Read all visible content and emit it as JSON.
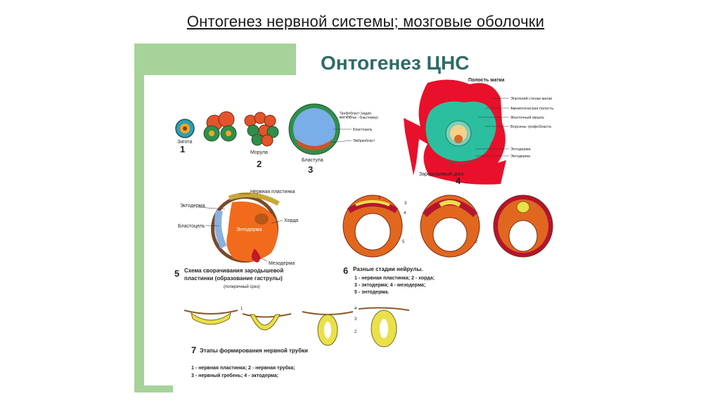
{
  "slide": {
    "title": "Онтогенез нервной системы; мозговые оболочки"
  },
  "figure": {
    "heading": "Онтогенез ЦНС",
    "stage1": {
      "num": "1",
      "label": "Зигота"
    },
    "stage2": {
      "num": "2",
      "label": "Морула"
    },
    "stage3": {
      "num": "3",
      "label": "Бластула",
      "callouts": [
        "Трофобласт (зада́я",
        "его клетка - бластомер)",
        "Бластоцель",
        "Эмбриобласт"
      ]
    },
    "stage4": {
      "num": "4",
      "top_label": "Полость матки",
      "callouts": [
        "Эпителий стенки матки",
        "Амниотическая полость",
        "Желточный мешок",
        "Ворсины трофобласта",
        "Энтодерма",
        "Эктодерма"
      ],
      "bottom_label": "Зародышевый диск"
    },
    "stage5": {
      "num": "5",
      "callouts": [
        "Нервная пластинка",
        "Эктодерма",
        "Хорда",
        "Бластоцель",
        "Энтодерма",
        "Мезодерма"
      ],
      "caption_line1": "Схема сворачивания зародышевой",
      "caption_line2": "пластинки (образование гаструлы)",
      "caption_line3": "(поперечный срез)"
    },
    "stage6": {
      "num": "6",
      "caption_title": "Разные стадии нейрулы.",
      "caption_line1": "1 - нервная пластинка; 2 - хорда;",
      "caption_line2": "3 - эктодерма; 4 - мезодерма;",
      "caption_line3": "5 - энтодерма.",
      "marks": [
        "1",
        "2",
        "3",
        "4",
        "5"
      ]
    },
    "stage7": {
      "num": "7",
      "caption_title": "Этапы формирования нервной трубки",
      "caption_line1": "1 - нервная пластинка; 2 - нервная трубка;",
      "caption_line2": "3 - нервный гребень; 4 - эктодерма;",
      "marks": [
        "1",
        "2",
        "3",
        "4"
      ]
    }
  },
  "colors": {
    "frame": "#a6d39a",
    "heading": "#2e6b63",
    "uterus": "#e8102a",
    "teal": "#2bbfa0",
    "orange": "#f26b1d",
    "yellow": "#e9e04a",
    "maroon": "#8b1a2b"
  }
}
